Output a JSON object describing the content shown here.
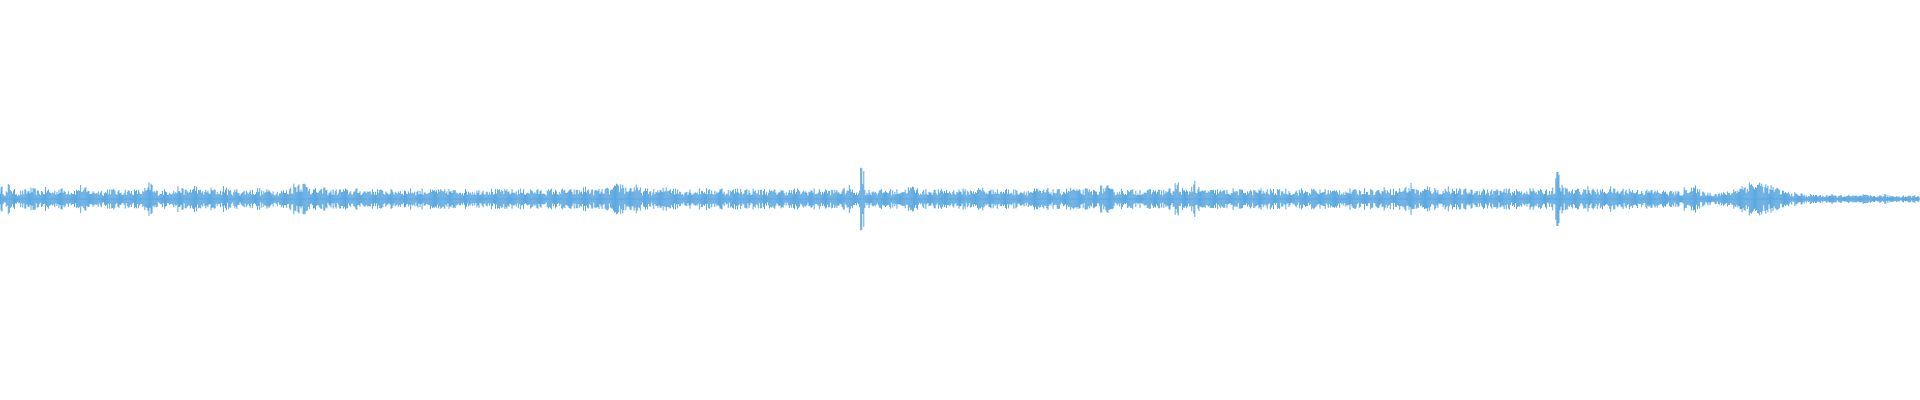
{
  "waveform": {
    "color": "#5aa7e0",
    "background": "#ffffff",
    "peaks": [
      0.13,
      0.09,
      0.16,
      0.1,
      0.08,
      0.09,
      0.1,
      0.12,
      0.11,
      0.09,
      0.1,
      0.12,
      0.09,
      0.1,
      0.13,
      0.11,
      0.11,
      0.1,
      0.11,
      0.15,
      0.12,
      0.1,
      0.09,
      0.1,
      0.1,
      0.09,
      0.12,
      0.11,
      0.09,
      0.1,
      0.11,
      0.1,
      0.1,
      0.1,
      0.09,
      0.12,
      0.18,
      0.1,
      0.09,
      0.1,
      0.1,
      0.11,
      0.1,
      0.14,
      0.11,
      0.1,
      0.13,
      0.15,
      0.1,
      0.1,
      0.1,
      0.12,
      0.1,
      0.1,
      0.14,
      0.1,
      0.1,
      0.11,
      0.09,
      0.1,
      0.11,
      0.1,
      0.12,
      0.09,
      0.1,
      0.12,
      0.1,
      0.09,
      0.1,
      0.1,
      0.14,
      0.17,
      0.2,
      0.18,
      0.16,
      0.12,
      0.11,
      0.1,
      0.14,
      0.1,
      0.1,
      0.1,
      0.11,
      0.11,
      0.1,
      0.1,
      0.11,
      0.1,
      0.1,
      0.12,
      0.1,
      0.11,
      0.1,
      0.1,
      0.1,
      0.1,
      0.11,
      0.1,
      0.1,
      0.11,
      0.1,
      0.1,
      0.11,
      0.1,
      0.1,
      0.11,
      0.1,
      0.1,
      0.11,
      0.1,
      0.1,
      0.11,
      0.1,
      0.11,
      0.1,
      0.1,
      0.11,
      0.12,
      0.11,
      0.1,
      0.1,
      0.11,
      0.1,
      0.1,
      0.1,
      0.11,
      0.1,
      0.1,
      0.11,
      0.1,
      0.1,
      0.1,
      0.1,
      0.11,
      0.1,
      0.1,
      0.11,
      0.1,
      0.1,
      0.1,
      0.11,
      0.13,
      0.12,
      0.1,
      0.11,
      0.1,
      0.12,
      0.11,
      0.14,
      0.16,
      0.18,
      0.13,
      0.14,
      0.15,
      0.12,
      0.1,
      0.11,
      0.1,
      0.1,
      0.1,
      0.12,
      0.16,
      0.14,
      0.11,
      0.1,
      0.1,
      0.11,
      0.1,
      0.1,
      0.11,
      0.12,
      0.1,
      0.1,
      0.11,
      0.12,
      0.1,
      0.1,
      0.11,
      0.12,
      0.12,
      0.11,
      0.1,
      0.11,
      0.1,
      0.11,
      0.1,
      0.1,
      0.1,
      0.11,
      0.1,
      0.1,
      0.1,
      0.11,
      0.1,
      0.1,
      0.1,
      0.11,
      0.1,
      0.1,
      0.11,
      0.1,
      0.1,
      0.11,
      0.1,
      0.12,
      0.14,
      0.1,
      0.1,
      0.42,
      0.1,
      0.1,
      0.11,
      0.1,
      0.1,
      0.11,
      0.1,
      0.1,
      0.11,
      0.11,
      0.13,
      0.14,
      0.12,
      0.1,
      0.1,
      0.1,
      0.11,
      0.1,
      0.1,
      0.11,
      0.1,
      0.1,
      0.11,
      0.11,
      0.1,
      0.1,
      0.11,
      0.12,
      0.13,
      0.1,
      0.1,
      0.14,
      0.1,
      0.1,
      0.11,
      0.1,
      0.1,
      0.11,
      0.1,
      0.1,
      0.1,
      0.11,
      0.1,
      0.1,
      0.11,
      0.1,
      0.1,
      0.1,
      0.11,
      0.12,
      0.13,
      0.1,
      0.1,
      0.11,
      0.1,
      0.1,
      0.12,
      0.14,
      0.15,
      0.11,
      0.1,
      0.1,
      0.11,
      0.1,
      0.1,
      0.1,
      0.11,
      0.1,
      0.1,
      0.1,
      0.13,
      0.1,
      0.1,
      0.11,
      0.1,
      0.18,
      0.12,
      0.1,
      0.1,
      0.2,
      0.12,
      0.1,
      0.11,
      0.1,
      0.1,
      0.11,
      0.1,
      0.1,
      0.1,
      0.11,
      0.1,
      0.1,
      0.11,
      0.1,
      0.1,
      0.11,
      0.1,
      0.1,
      0.11,
      0.1,
      0.1,
      0.11,
      0.1,
      0.1,
      0.1,
      0.11,
      0.1,
      0.1,
      0.11,
      0.1,
      0.1,
      0.11,
      0.1,
      0.1,
      0.11,
      0.1,
      0.1,
      0.11,
      0.1,
      0.1,
      0.11,
      0.12,
      0.11,
      0.1,
      0.11,
      0.12,
      0.15,
      0.11,
      0.1,
      0.12,
      0.13,
      0.15,
      0.17,
      0.11,
      0.1,
      0.12,
      0.14,
      0.12,
      0.11,
      0.1,
      0.12,
      0.14,
      0.12,
      0.11,
      0.1,
      0.11,
      0.1,
      0.1,
      0.11,
      0.12,
      0.1,
      0.1,
      0.11,
      0.1,
      0.1,
      0.11,
      0.1,
      0.1,
      0.1,
      0.1,
      0.11,
      0.12,
      0.1,
      0.1,
      0.11,
      0.1,
      0.12,
      0.28,
      0.16,
      0.12,
      0.11,
      0.1,
      0.11,
      0.12,
      0.13,
      0.12,
      0.11,
      0.1,
      0.11,
      0.12,
      0.13,
      0.11,
      0.1,
      0.11,
      0.12,
      0.11,
      0.1,
      0.11,
      0.1,
      0.1,
      0.1,
      0.1,
      0.1,
      0.09,
      0.09,
      0.09,
      0.08,
      0.08,
      0.12,
      0.16,
      0.14,
      0.1,
      0.08,
      0.08,
      0.07,
      0.07,
      0.07,
      0.07,
      0.08,
      0.09,
      0.12,
      0.14,
      0.16,
      0.18,
      0.2,
      0.18,
      0.19,
      0.17,
      0.15,
      0.14,
      0.12,
      0.1,
      0.09,
      0.08,
      0.07,
      0.06,
      0.06,
      0.05,
      0.05,
      0.05,
      0.05,
      0.04,
      0.05,
      0.05,
      0.04,
      0.04,
      0.05,
      0.04,
      0.04,
      0.04,
      0.04,
      0.05,
      0.04,
      0.04,
      0.04,
      0.04,
      0.05,
      0.04,
      0.04,
      0.04,
      0.04,
      0.04,
      0.04,
      0.04,
      0.04
    ]
  }
}
